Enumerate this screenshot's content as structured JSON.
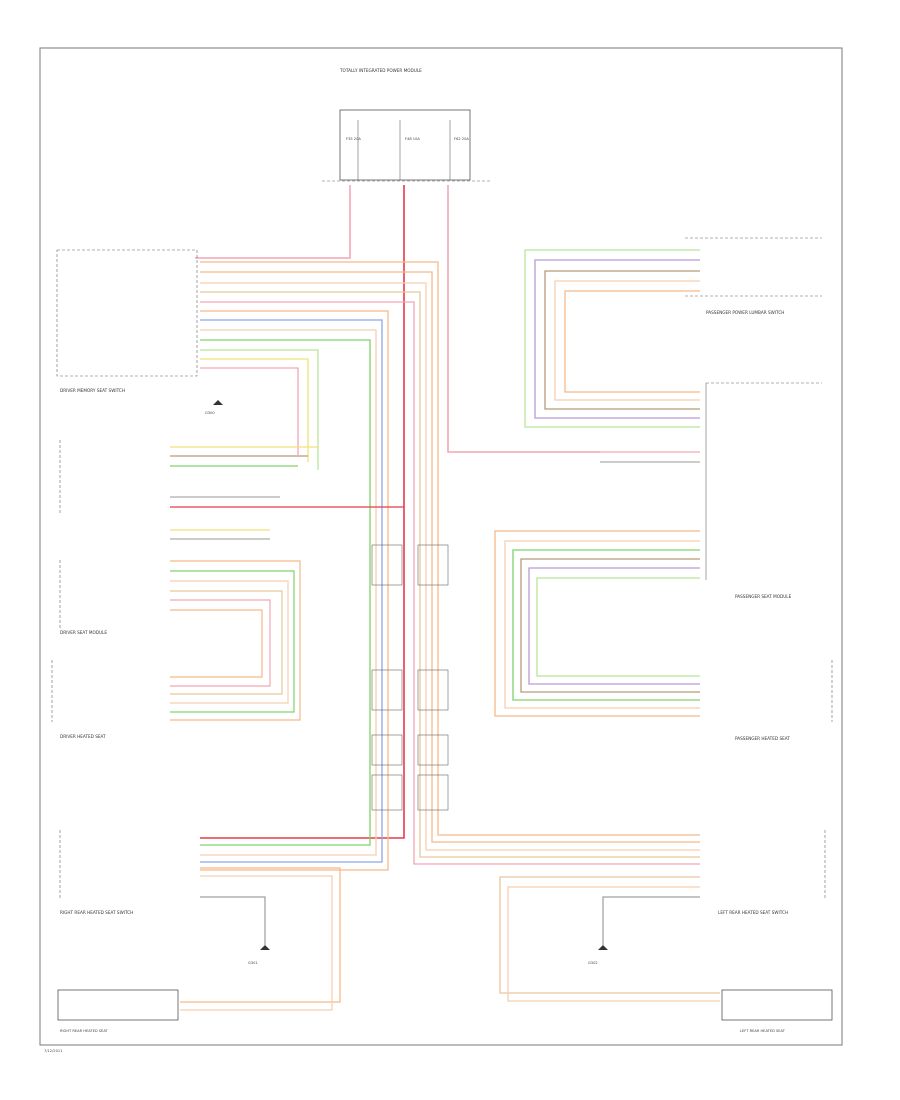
{
  "diagram": {
    "corner_code": "7/12/2011",
    "wire_colors": {
      "red": "#e53b4c",
      "pink": "#f3a6b4",
      "orange": "#f5b98a",
      "peach": "#f7cfb0",
      "blue": "#8ea6e8",
      "green": "#7fd36a",
      "light_green": "#b9e59a",
      "yellow": "#f0e27a",
      "violet": "#b79ad6",
      "brown": "#b89a7a",
      "gray": "#9a9a9a",
      "tan": "#e6c89a"
    },
    "components": {
      "fuse_block": "TOTALLY INTEGRATED POWER MODULE",
      "driver_lumbar_switch": "DRIVER MEMORY SEAT SWITCH",
      "driver_seat_module": "DRIVER SEAT MODULE",
      "driver_heated_seat": "DRIVER HEATED SEAT",
      "passenger_lumbar_switch": "PASSENGER POWER LUMBAR SWITCH",
      "passenger_seat_module": "PASSENGER SEAT MODULE",
      "passenger_heated_seat": "PASSENGER HEATED SEAT",
      "right_rear_switch": "RIGHT REAR HEATED SEAT SWITCH",
      "left_rear_switch": "LEFT REAR HEATED SEAT SWITCH",
      "right_rear_element": "RIGHT REAR HEATED SEAT",
      "left_rear_element": "LEFT REAR HEATED SEAT",
      "ground_left": "G301",
      "ground_center": "G300",
      "ground_right": "G302"
    },
    "fuse_labels": [
      "F35 20A",
      "F48 10A",
      "F62 20A"
    ]
  }
}
